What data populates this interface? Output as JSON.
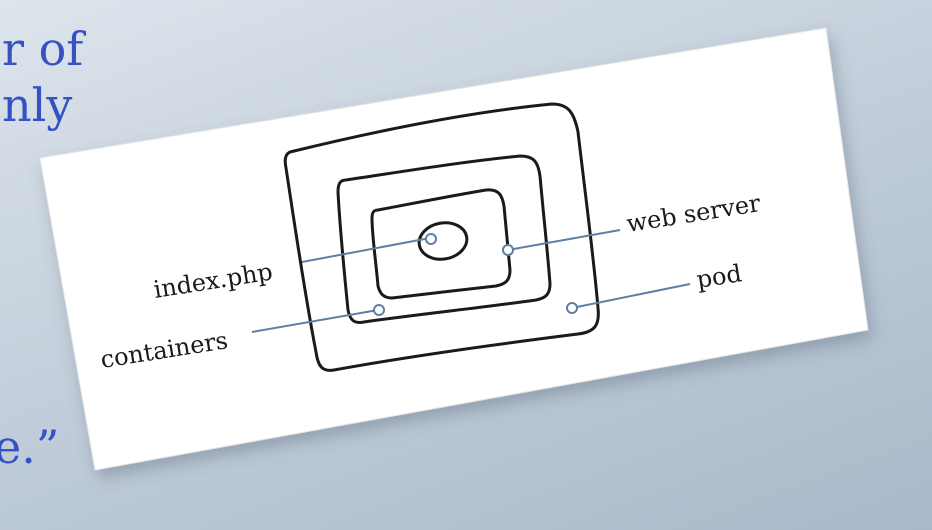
{
  "background_text": {
    "line1": "r of",
    "line2": "nly",
    "line3": "e.”"
  },
  "diagram": {
    "labels": {
      "index_php": "index.php",
      "containers": "containers",
      "web_server": "web server",
      "pod": "pod"
    }
  },
  "colors": {
    "background": "#c3cfdb",
    "slide_text": "#3551c4",
    "card": "#ffffff",
    "ink": "#1a1a1a",
    "leader_line": "#5f7fa3"
  }
}
